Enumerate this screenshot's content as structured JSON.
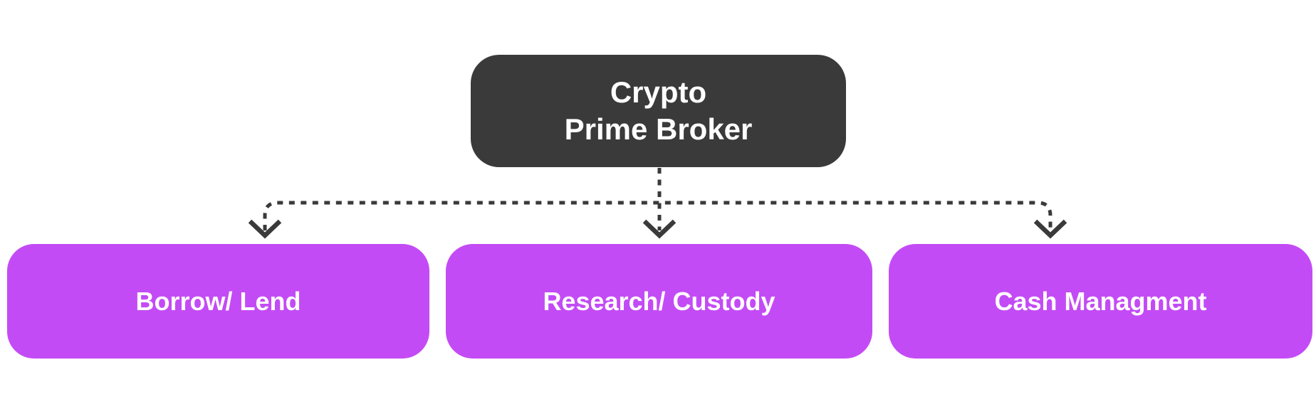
{
  "diagram": {
    "root": {
      "label_line1": "Crypto",
      "label_line2": "Prime Broker"
    },
    "children": [
      {
        "label": "Borrow/ Lend"
      },
      {
        "label": "Research/ Custody"
      },
      {
        "label": "Cash Managment"
      }
    ],
    "colors": {
      "background": "#ffffff",
      "root_bg": "#3a3a3a",
      "child_bg": "#c34bf5",
      "text": "#ffffff",
      "connector": "#3a3a3a"
    },
    "connector_style": "dashed-arrows"
  }
}
